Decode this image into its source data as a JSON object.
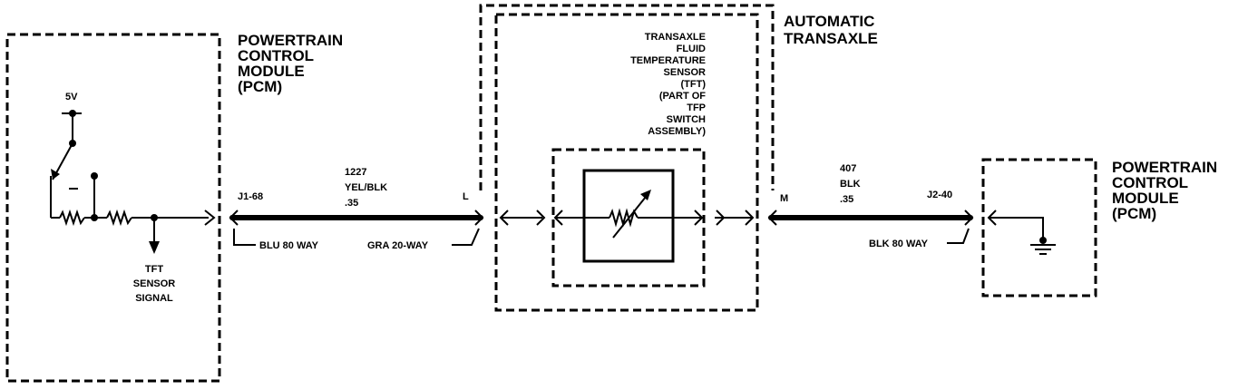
{
  "pcm_left": {
    "title_lines": [
      "POWERTRAIN",
      "CONTROL",
      "MODULE",
      "(PCM)"
    ],
    "voltage": "5V",
    "signal_lines": [
      "TFT",
      "SENSOR",
      "SIGNAL"
    ]
  },
  "wire_left": {
    "pin_pcm": "J1-68",
    "pin_trans": "L",
    "circuit_lines": [
      "1227",
      "YEL/BLK",
      ".35"
    ],
    "connector_pcm": "BLU 80 WAY",
    "connector_trans": "GRA 20-WAY"
  },
  "transaxle": {
    "title_lines": [
      "AUTOMATIC",
      "TRANSAXLE"
    ],
    "sensor_lines": [
      "TRANSAXLE",
      "FLUID",
      "TEMPERATURE",
      "SENSOR",
      "(TFT)",
      "(PART OF",
      "TFP",
      "SWITCH",
      "ASSEMBLY)"
    ]
  },
  "wire_right": {
    "pin_trans": "M",
    "pin_pcm": "J2-40",
    "circuit_lines": [
      "407",
      "BLK",
      ".35"
    ],
    "connector_pcm": "BLK 80 WAY"
  },
  "pcm_right": {
    "title_lines": [
      "POWERTRAIN",
      "CONTROL",
      "MODULE",
      "(PCM)"
    ]
  }
}
